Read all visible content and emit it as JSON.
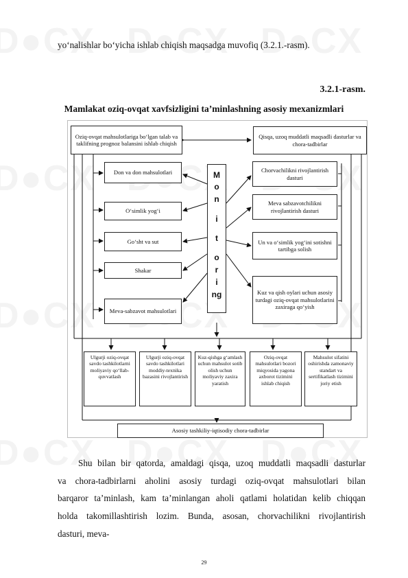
{
  "intro_line": "yo‘nalishlar bo‘yicha ishlab chiqish maqsadga muvofiq (3.2.1.-rasm).",
  "figure": {
    "label": "3.2.1-rasm.",
    "title": "Mamlakat oziq-ovqat xavfsizligini ta’minlashning asosiy mexanizmlari",
    "top_left": "Oziq-ovqat mahsulotlariga bo‘lgan talab va taklifning prognoz balansini ishlab chiqish",
    "top_right": "Qisqa, uzoq muddatli  maqsadli dasturlar va chora-tadbirlar",
    "left_boxes": [
      "Don va don mahsulotlari",
      "O‘simlik yog‘i",
      "Go‘sht va sut",
      "Shakar",
      "Meva-sabzavot mahsulotlari"
    ],
    "right_boxes": [
      "Chorvachilikni rivojlantirish dasturi",
      "Meva sabzavotchilikni rivojlantirish dasturi",
      "Un va o‘simlik yog‘ini sotishni tartibga solish",
      "Kuz va qish oylari uchun asosiy turdagi oziq-ovqat mahsulotlarini zaxiraga qo‘yish"
    ],
    "monitoring_letters": [
      "M",
      "o",
      "n",
      "i",
      "t",
      "o",
      "r",
      "i",
      "ng"
    ],
    "bottom_boxes": [
      "Ulgurji oziq-ovqat savdo tashkilotlarni moliyaviy qo‘llab-quvvatlash",
      "Ulgurji oziq-ovqat savdo tashkilotlari moddiy-texnika bazasini rivojlantirish",
      "Kuz-qishga g‘amlash uchun mahsulot sotib olish uchun moliyaviy zaxira yaratish",
      "Oziq-ovqat mahsulotlari bozori miqyosida yagona axborot tizimini ishlab chiqish",
      "Mahsulot sifatini oshirishda zamonaviy standart va sertifikatlash tizimini joriy etish"
    ],
    "base": "Asosiy tashkiliy-iqtisodiy chora-tadbirlar"
  },
  "paragraph_lines": [
    "Shu bilan bir qatorda, amaldagi qisqa, uzoq muddatli maqsadli dasturlar",
    "va  chora-tadbirlarni  aholini  asosiy  turdagi  oziq-ovqat  mahsulotlari  bilan",
    "barqaror ta’minlash, kam ta’minlangan aholi qatlami holatidan kelib chiqqan",
    "holda  takomillashtirish  lozim.  Bunda,  asosan,  chorvachilikni  rivojlantirish",
    "dasturi, meva-"
  ],
  "page_number": "29"
}
